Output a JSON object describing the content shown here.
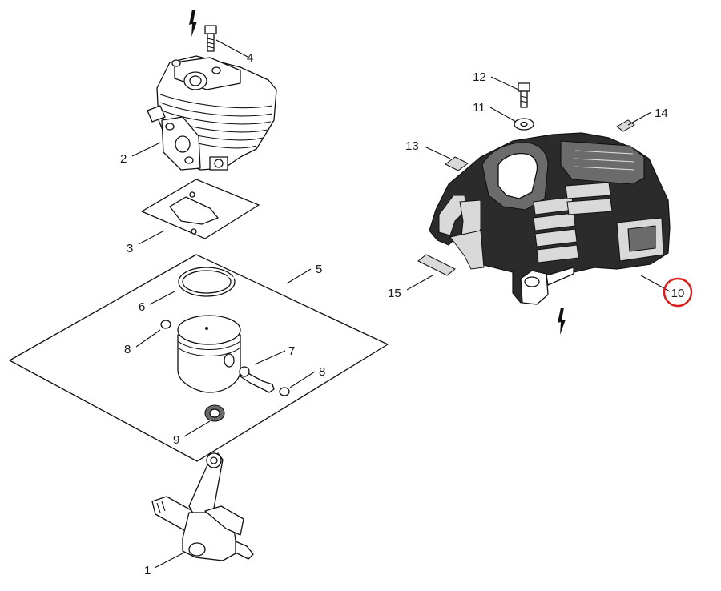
{
  "callouts": {
    "c1": "1",
    "c2": "2",
    "c3": "3",
    "c4": "4",
    "c5": "5",
    "c6": "6",
    "c7": "7",
    "c8a": "8",
    "c8b": "8",
    "c9": "9",
    "c10": "10",
    "c11": "11",
    "c12": "12",
    "c13": "13",
    "c14": "14",
    "c15": "15"
  },
  "highlight": {
    "part": "10",
    "color": "#d91e1e"
  },
  "colors": {
    "ink": "#111111",
    "shroud": "#2b2b2b"
  }
}
